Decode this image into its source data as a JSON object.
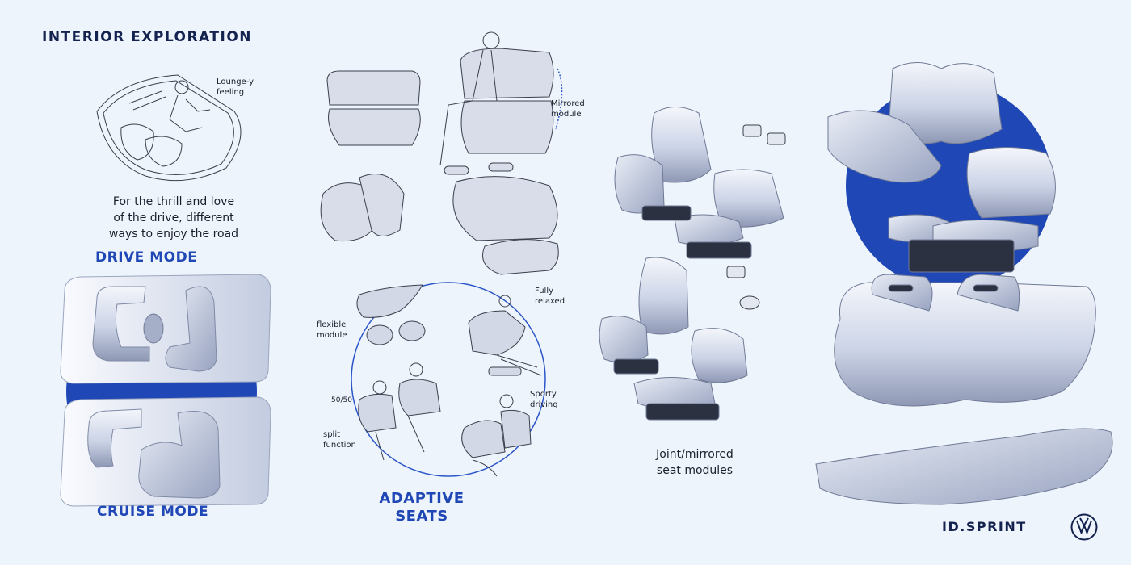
{
  "header": {
    "title": "INTERIOR EXPLORATION"
  },
  "left_panel": {
    "lounge_note": "Lounge-y\nfeeling",
    "tagline_lines": [
      "For the thrill and love",
      "of the drive, different",
      "ways to enjoy the road"
    ],
    "drive_mode": "DRIVE MODE",
    "cruise_mode": "CRUISE MODE"
  },
  "middle_panel": {
    "mirrored_note": "Mirrored\nmodule",
    "flexible_note": "flexible\nmodule",
    "fully_relaxed_note": "Fully\nrelaxed",
    "sporty_note": "Sporty\ndriving",
    "split_note": "split\nfunction",
    "split_ratio": "50/50",
    "adaptive_lines": [
      "ADAPTIVE",
      "SEATS"
    ]
  },
  "right_middle_panel": {
    "caption_lines": [
      "Joint/mirrored",
      "seat modules"
    ]
  },
  "footer": {
    "brand": "ID.SPRINT",
    "logo": "vw-logo"
  },
  "colors": {
    "background": "#eef4fb",
    "accent_blue": "#1f47b5",
    "title_navy": "#14224f",
    "seat_light": "#e6ebf5",
    "seat_mid": "#b7c1d8",
    "seat_dark": "#2b3140"
  }
}
